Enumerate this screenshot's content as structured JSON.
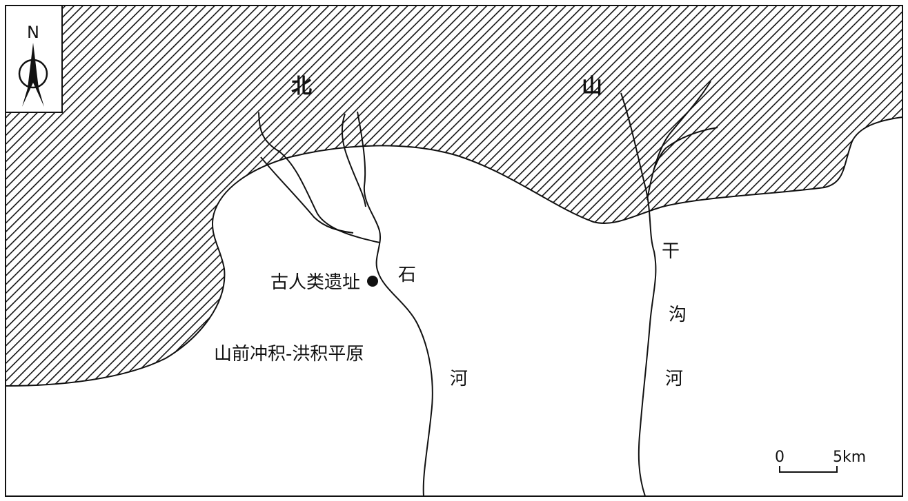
{
  "north_label": "N",
  "mountain_label": [
    "北",
    "山"
  ],
  "river_shihe": [
    "石",
    "河"
  ],
  "river_gangouhe": [
    "干",
    "沟",
    "河"
  ],
  "site_label": "古人类遗址",
  "plain_label": "山前冲积-洪积平原",
  "scale": {
    "start": "0",
    "end": "5km"
  },
  "colors": {
    "ink": "#111111",
    "background": "#ffffff"
  }
}
